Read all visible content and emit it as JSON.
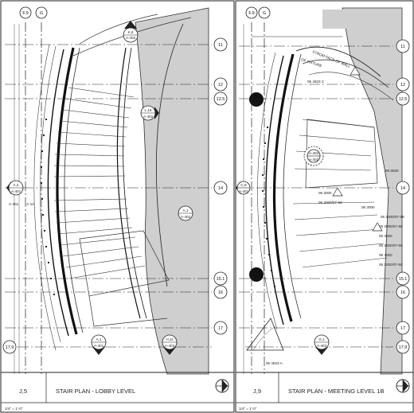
{
  "left_panel": {
    "grid_top": [
      "F.9",
      "G"
    ],
    "grid_right": [
      "11",
      "12",
      "12.5",
      "14",
      "15.1",
      "16",
      "17"
    ],
    "grid_left": [
      "17.9"
    ],
    "section_tags": [
      {
        "top": "K,6",
        "bottom": "A-402"
      },
      {
        "top": "L.15",
        "bottom": "A-402"
      },
      {
        "top": "A,4",
        "bottom": "A-401"
      },
      {
        "top": "A,1",
        "bottom": "A-402"
      },
      {
        "top": "A,1",
        "bottom": "A-401"
      },
      {
        "top": "H,11",
        "bottom": "A-402"
      }
    ],
    "side_label": "A-401",
    "side_note": "A-12",
    "title_number": "J,5",
    "title_text": "STAIR PLAN - LOBBY LEVEL",
    "scale": "1/4\" = 1'-0\""
  },
  "right_panel": {
    "grid_top": [
      "F.9",
      "G"
    ],
    "grid_right": [
      "11",
      "12",
      "12.5",
      "14",
      "15.1",
      "16",
      "17"
    ],
    "grid_left": [
      "17.9"
    ],
    "section_tags": [
      {
        "top": "A-402",
        "bottom": "A-402"
      },
      {
        "top": "C,8",
        "bottom": "A-401"
      },
      {
        "top": "G,1",
        "bottom": "A-402"
      }
    ],
    "wall_note": "STROM FACE OF WALL",
    "fixture_note": "OF FIXTURE",
    "notes_right": [
      "06 6820",
      "06 3000",
      "06 3000/07-68",
      "06 3000/07-68",
      "06 3000",
      "06 3000/07-68",
      "06 3000",
      "06 3000/07-68",
      "06 3000",
      "06 3000/07-68"
    ],
    "note_top": "05 4823 C",
    "note_bottom": "05 4823 A",
    "title_number": "J,9",
    "title_text": "STAIR PLAN - MEETING LEVEL 1B",
    "scale": "1/4\" = 1'-0\""
  }
}
